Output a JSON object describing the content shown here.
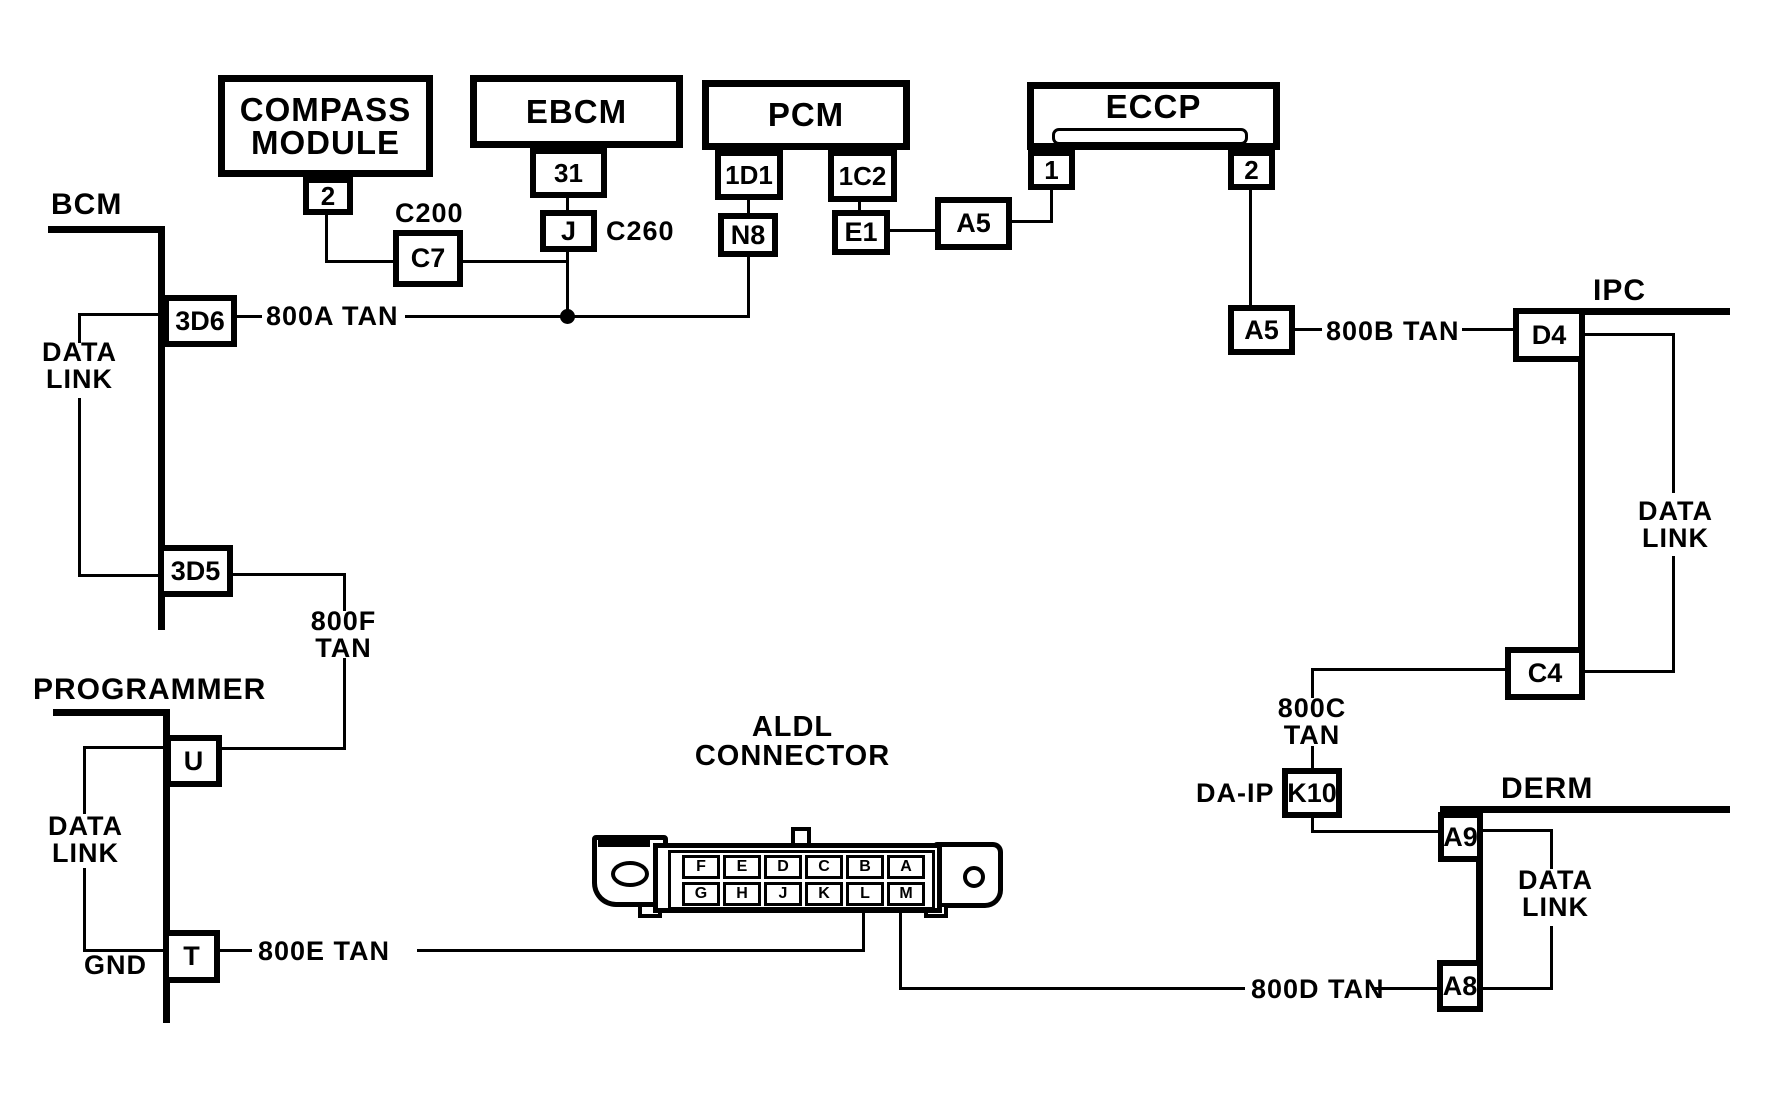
{
  "headers": {
    "bcm": "BCM",
    "programmer": "PROGRAMMER",
    "ipc": "IPC",
    "derm": "DERM"
  },
  "modules": {
    "compass_line1": "COMPASS",
    "compass_line2": "MODULE",
    "compass_pin": "2",
    "ebcm": "EBCM",
    "ebcm_pin": "31",
    "ebcm_conn": "J",
    "ebcm_conn_name": "C260",
    "pcm": "PCM",
    "pcm_pin1": "1D1",
    "pcm_pin2": "1C2",
    "pcm_conn1": "N8",
    "pcm_conn2": "E1",
    "eccp": "ECCP",
    "eccp_pin1": "1",
    "eccp_pin2": "2"
  },
  "pins": {
    "p3d6": "3D6",
    "p3d5": "3D5",
    "u": "U",
    "t": "T",
    "d4": "D4",
    "c4": "C4",
    "a9": "A9",
    "a8": "A8",
    "k10": "K10",
    "a5_first": "A5",
    "a5_second": "A5",
    "c7": "C7",
    "e1_note": ""
  },
  "connector_names": {
    "c200": "C200",
    "c260": "C260",
    "da_ip": "DA-IP"
  },
  "wires": {
    "w800a": "800A TAN",
    "w800b": "800B TAN",
    "w800c_l1": "800C",
    "w800c_l2": "TAN",
    "w800d": "800D TAN",
    "w800e": "800E TAN",
    "w800f_l1": "800F",
    "w800f_l2": "TAN"
  },
  "annotations": {
    "data": "DATA",
    "link": "LINK",
    "gnd": "GND"
  },
  "aldl": {
    "title_line1": "ALDL",
    "title_line2": "CONNECTOR",
    "top_row": [
      "F",
      "E",
      "D",
      "C",
      "B",
      "A"
    ],
    "bottom_row": [
      "G",
      "H",
      "J",
      "K",
      "L",
      "M"
    ]
  },
  "colors": {
    "ink": "#000000",
    "paper": "#ffffff"
  }
}
